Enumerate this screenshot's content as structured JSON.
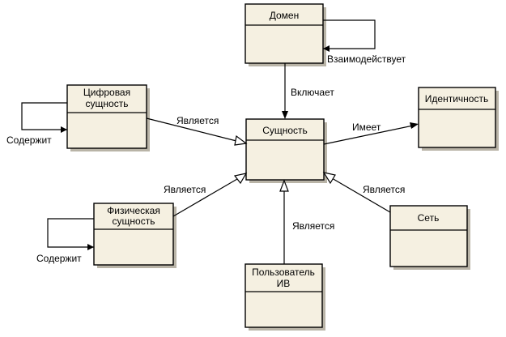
{
  "diagram": {
    "classes": {
      "domain": "Домен",
      "digital": [
        "Цифровая",
        "сущность"
      ],
      "entity": "Сущность",
      "identity": "Идентичность",
      "physical": [
        "Физическая",
        "сущность"
      ],
      "network": "Сеть",
      "user": [
        "Пользователь",
        "ИВ"
      ]
    },
    "edges": {
      "interacts": "Взаимодействует",
      "includes": "Включает",
      "digital_is": "Является",
      "digital_contains": "Содержит",
      "has": "Имеет",
      "physical_is": "Является",
      "physical_contains": "Содержит",
      "network_is": "Является",
      "user_is": "Является"
    }
  }
}
